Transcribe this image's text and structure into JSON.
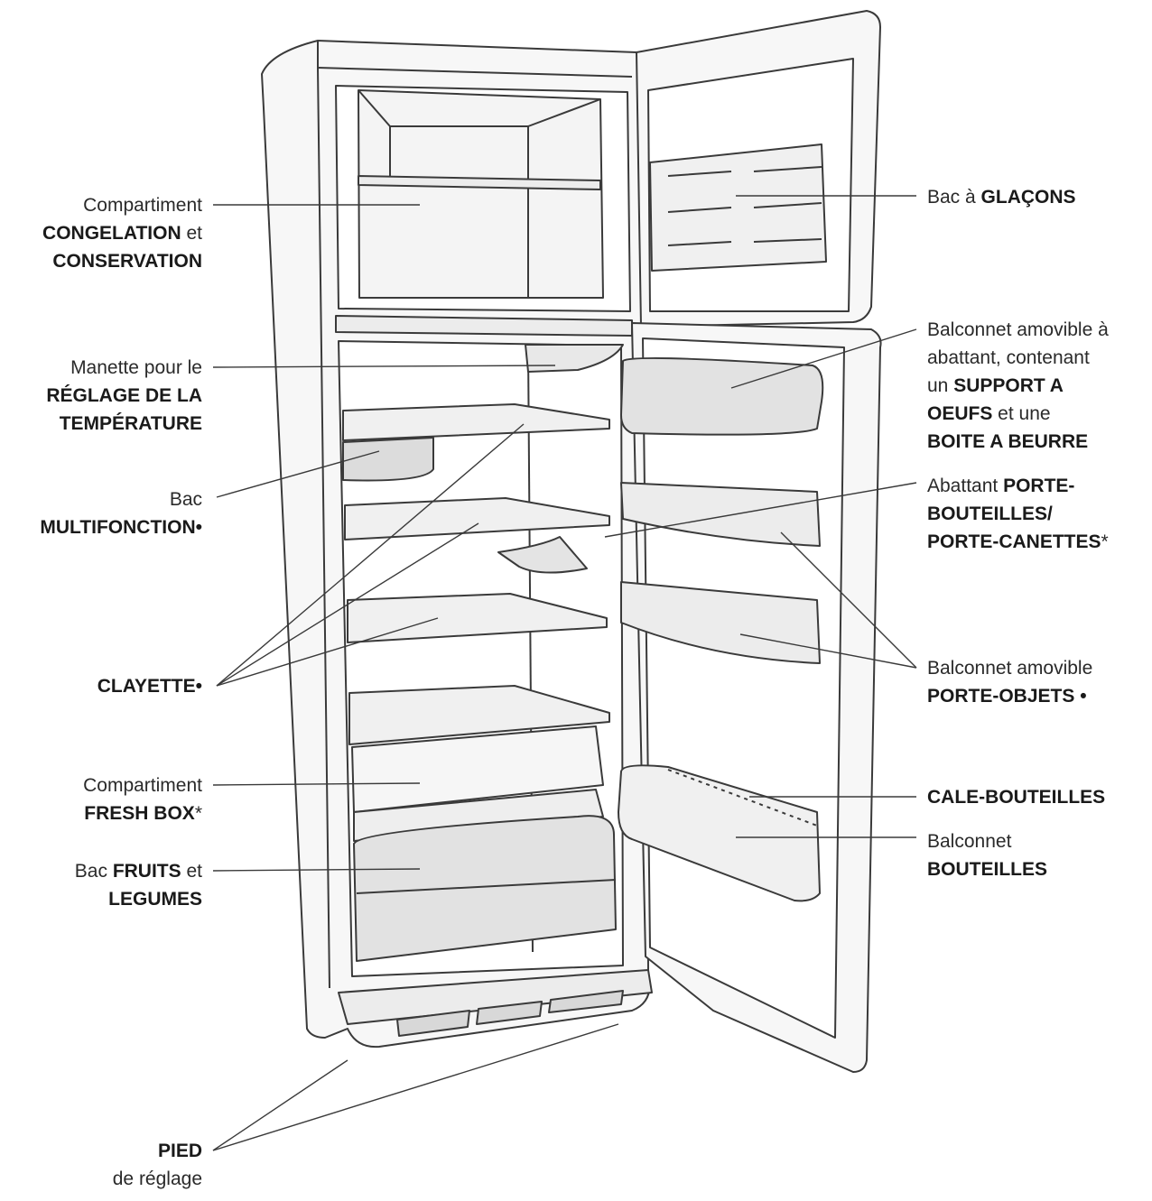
{
  "labels": {
    "congelation": {
      "l1": "Compartiment",
      "l2a": "CONGELATION",
      "l2b": " et",
      "l3": "CONSERVATION"
    },
    "manette": {
      "l1": "Manette pour le",
      "l2": "RÉGLAGE DE LA",
      "l3": "TEMPÉRATURE"
    },
    "multifonction": {
      "l1": "Bac",
      "l2": "MULTIFONCTION",
      "mark": "•"
    },
    "clayette": {
      "l1": "CLAYETTE",
      "mark": "•"
    },
    "freshbox": {
      "l1": "Compartiment",
      "l2": "FRESH BOX",
      "mark": "*"
    },
    "fruits": {
      "l1a": "Bac ",
      "l1b": "FRUITS",
      "l1c": " et",
      "l2": "LEGUMES"
    },
    "pied": {
      "l1": "PIED",
      "l2": "de réglage"
    },
    "glacons": {
      "l1a": "Bac à ",
      "l1b": "GLAÇONS"
    },
    "balconnet_abattant": {
      "l1": "Balconnet amovible à",
      "l2": "abattant, contenant",
      "l3a": "un ",
      "l3b": "SUPPORT A",
      "l4a": "OEUFS",
      "l4b": " et une",
      "l5": "BOITE A BEURRE"
    },
    "porte_bouteilles": {
      "l1a": "Abattant  ",
      "l1b": "PORTE-",
      "l2": "BOUTEILLES/",
      "l3": "PORTE-CANETTES",
      "mark": "*"
    },
    "porte_objets": {
      "l1": "Balconnet amovible",
      "l2": "PORTE-OBJETS",
      "mark": " •"
    },
    "cale": {
      "l1": "CALE-BOUTEILLES"
    },
    "balconnet_bouteilles": {
      "l1": "Balconnet",
      "l2": "BOUTEILLES"
    }
  },
  "colors": {
    "line": "#3a3a3a",
    "shade": "#e6e6e6",
    "fill": "#f4f4f4"
  }
}
